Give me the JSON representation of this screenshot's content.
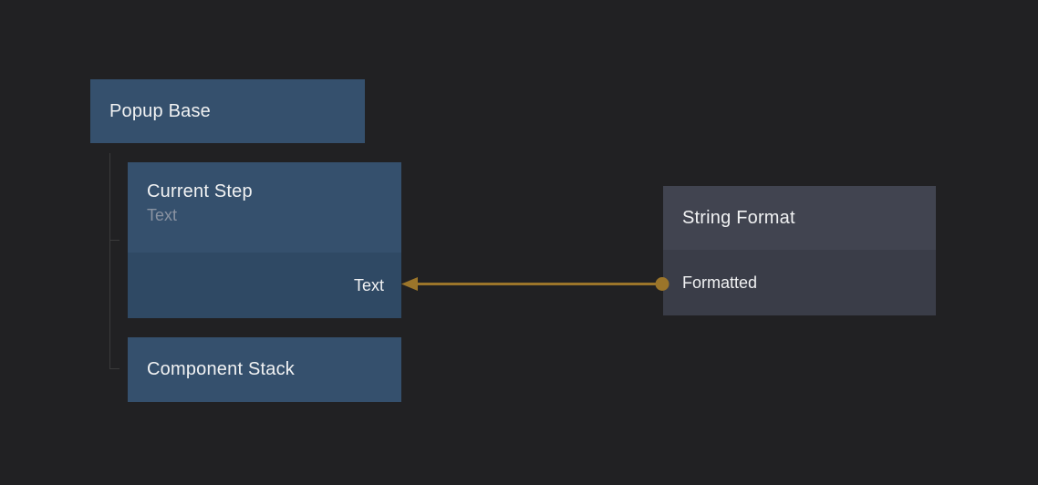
{
  "canvas": {
    "background": "#212123"
  },
  "palette": {
    "component_node_bg": "#35506d",
    "component_node_input_row_bg": "#2f4964",
    "logic_node_header_bg": "#414450",
    "logic_node_body_bg": "#3a3d48",
    "tree_line_color": "#3b3b3b",
    "node_title_color": "#f1f2f3",
    "node_subtitle_color": "#8a93a2",
    "port_label_color": "#f1f2f3"
  },
  "connection": {
    "color": "#9b752a",
    "from_node": "String Format",
    "from_port": "Formatted",
    "to_node": "Current Step",
    "to_port": "Text"
  },
  "nodes": {
    "popup_base": {
      "title": "Popup Base"
    },
    "current_step": {
      "title": "Current Step",
      "subtitle": "Text",
      "inputs": [
        {
          "label": "Text"
        }
      ]
    },
    "component_stack": {
      "title": "Component Stack"
    },
    "string_format": {
      "title": "String Format",
      "outputs": [
        {
          "label": "Formatted"
        }
      ]
    }
  }
}
